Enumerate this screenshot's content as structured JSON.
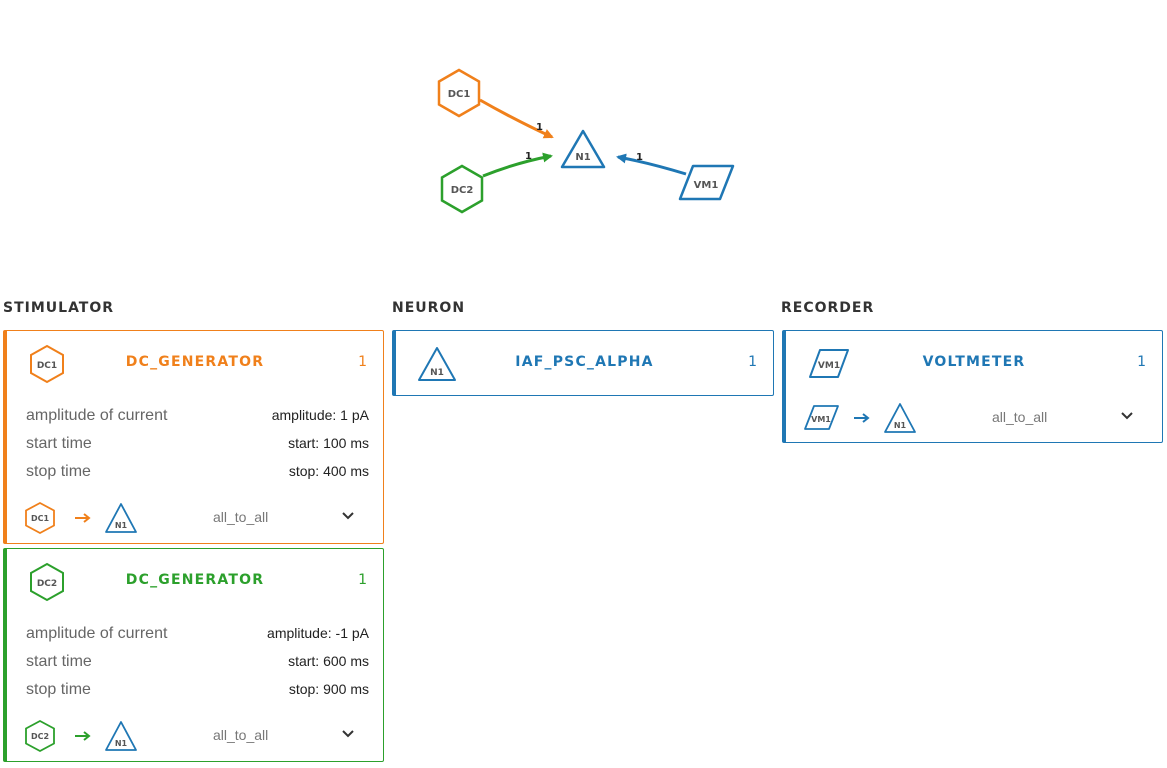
{
  "colors": {
    "orange": "#f0801b",
    "green": "#2ca02c",
    "blue": "#1f77b4",
    "edge_label": "#222222"
  },
  "graph": {
    "nodes": {
      "dc1": {
        "label": "DC1",
        "shape": "hexagon"
      },
      "dc2": {
        "label": "DC2",
        "shape": "hexagon"
      },
      "n1": {
        "label": "N1",
        "shape": "triangle"
      },
      "vm1": {
        "label": "VM1",
        "shape": "parallelogram"
      }
    },
    "edges": {
      "dc1_n1": "1",
      "dc2_n1": "1",
      "vm1_n1": "1"
    }
  },
  "columns": {
    "stimulator": "STIMULATOR",
    "neuron": "NEURON",
    "recorder": "RECORDER"
  },
  "cards": {
    "dc1": {
      "icon_label": "DC1",
      "title": "DC_GENERATOR",
      "count": "1",
      "params": [
        {
          "label": "amplitude of current",
          "value": "amplitude: 1 pA"
        },
        {
          "label": "start time",
          "value": "start: 100 ms"
        },
        {
          "label": "stop time",
          "value": "stop: 400 ms"
        }
      ],
      "connection": {
        "source": "DC1",
        "target": "N1",
        "rule": "all_to_all"
      }
    },
    "dc2": {
      "icon_label": "DC2",
      "title": "DC_GENERATOR",
      "count": "1",
      "params": [
        {
          "label": "amplitude of current",
          "value": "amplitude: -1 pA"
        },
        {
          "label": "start time",
          "value": "start: 600 ms"
        },
        {
          "label": "stop time",
          "value": "stop: 900 ms"
        }
      ],
      "connection": {
        "source": "DC2",
        "target": "N1",
        "rule": "all_to_all"
      }
    },
    "n1": {
      "icon_label": "N1",
      "title": "IAF_PSC_ALPHA",
      "count": "1"
    },
    "vm1": {
      "icon_label": "VM1",
      "title": "VOLTMETER",
      "count": "1",
      "connection": {
        "source": "VM1",
        "target": "N1",
        "rule": "all_to_all"
      }
    }
  }
}
